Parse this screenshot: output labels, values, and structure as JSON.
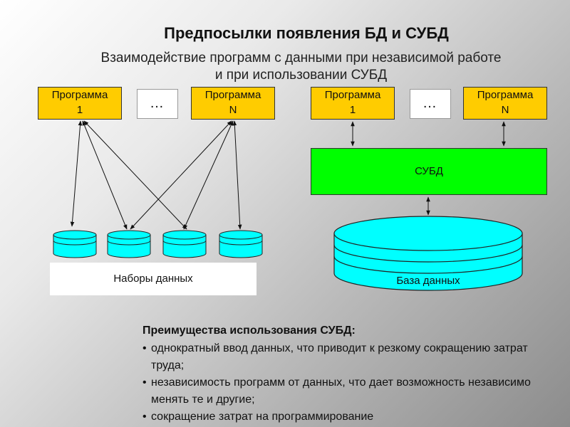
{
  "title": "Предпосылки появления БД и СУБД",
  "subtitle_line1": "Взаимодействие программ с данными при независимой работе",
  "subtitle_line2": "и при использовании СУБД",
  "left": {
    "program1": {
      "line1": "Программа",
      "line2": "1"
    },
    "dots": "…",
    "programN": {
      "line1": "Программа",
      "line2": "N"
    },
    "datasets_label": "Наборы данных"
  },
  "right": {
    "program1": {
      "line1": "Программа",
      "line2": "1"
    },
    "dots": "…",
    "programN": {
      "line1": "Программа",
      "line2": "N"
    },
    "dbms_label": "СУБД",
    "database_label": "База данных"
  },
  "advantages": {
    "heading": "Преимущества использования СУБД:",
    "items": [
      "однократный ввод данных, что приводит к резкому сокращению затрат труда;",
      "независимость программ от данных, что дает возможность независимо менять те и другие;",
      "сокращение затрат на программирование"
    ]
  },
  "colors": {
    "program_fill": "#ffcc00",
    "dbms_fill": "#00ff00",
    "cylinder_fill": "#00ffff"
  }
}
